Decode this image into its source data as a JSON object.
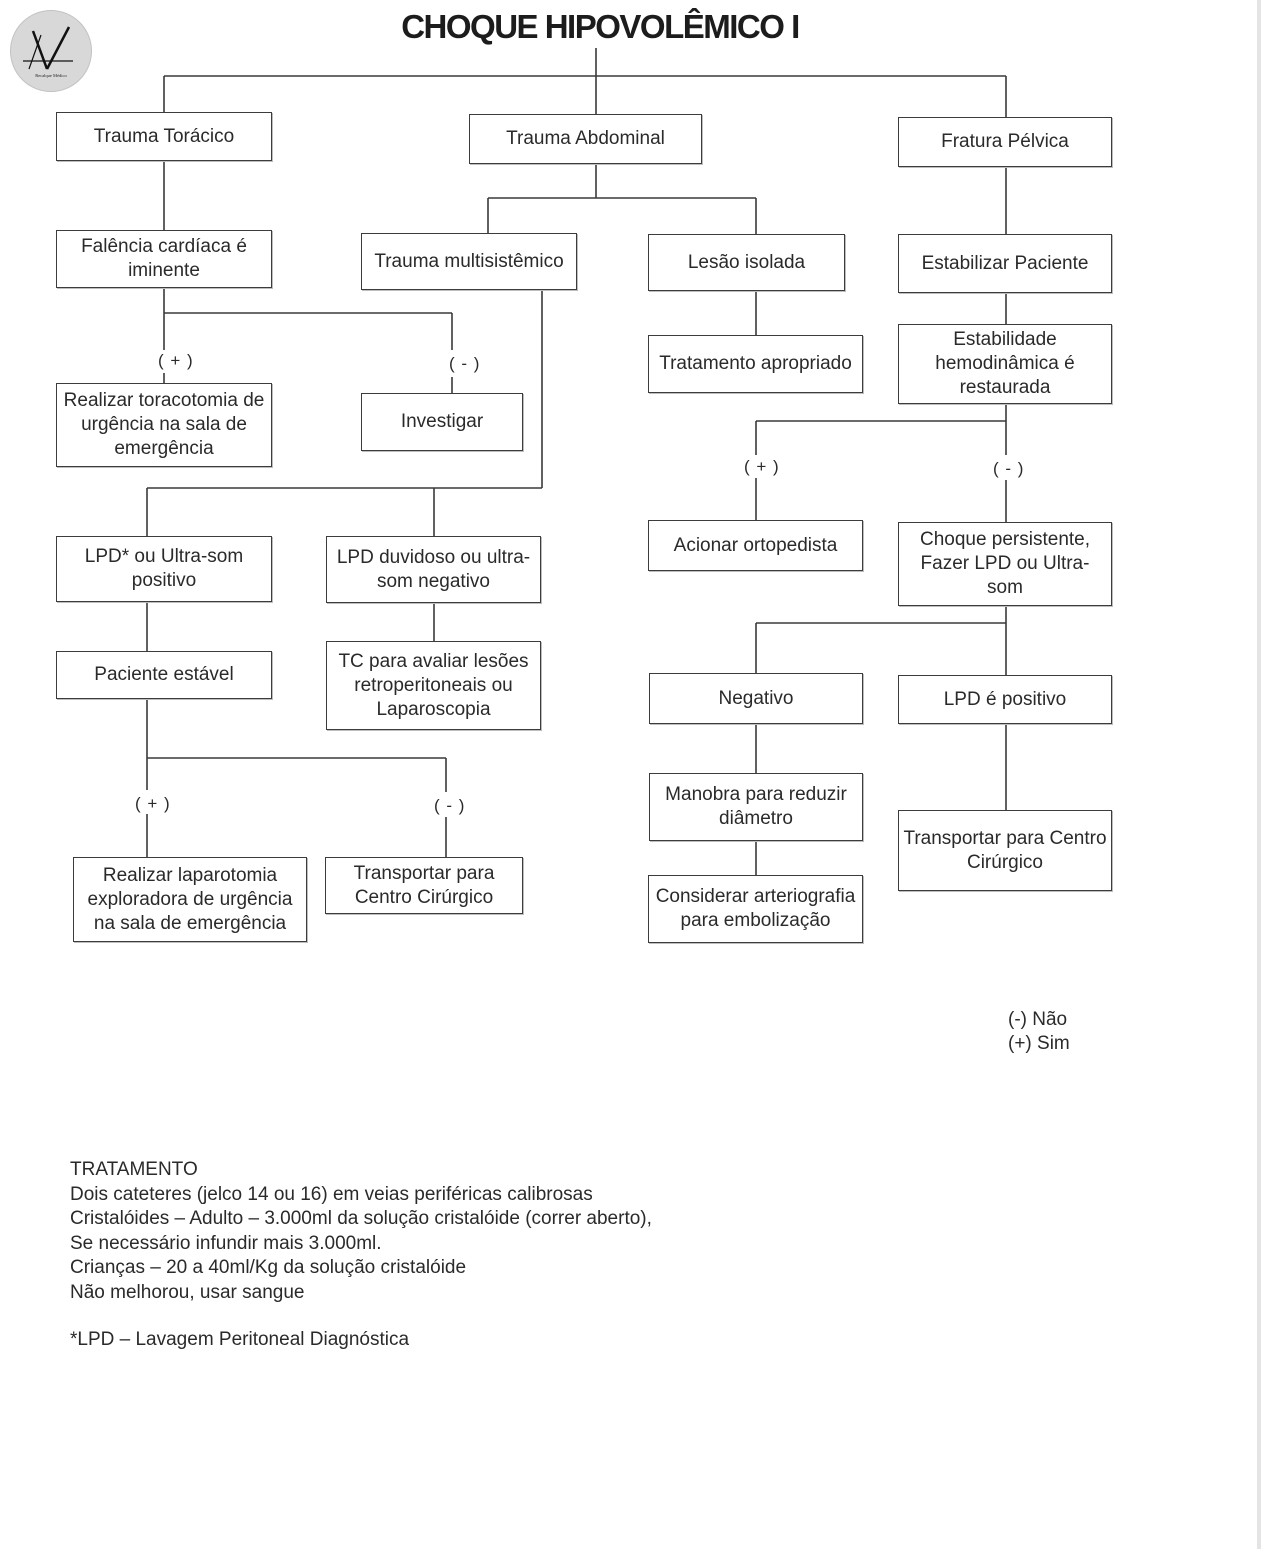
{
  "title": "CHOQUE HIPOVOLÊMICO I",
  "logo": {
    "letter": "V",
    "caption": "Recalque Médico"
  },
  "nodes": {
    "trauma_toracico": "Trauma Torácico",
    "trauma_abdominal": "Trauma Abdominal",
    "fratura_pelvica": "Fratura Pélvica",
    "falencia_cardiaca": "Falência cardíaca é iminente",
    "trauma_multisistemico": "Trauma multisistêmico",
    "lesao_isolada": "Lesão isolada",
    "estabilizar_paciente": "Estabilizar Paciente",
    "tratamento_apropriado": "Tratamento apropriado",
    "estabilidade_hemodinamica": "Estabilidade hemodinâmica é restaurada",
    "toracotomia": "Realizar toracotomia de urgência na sala de emergência",
    "investigar": "Investigar",
    "lpd_positivo": "LPD* ou Ultra-som positivo",
    "lpd_duvidoso": "LPD duvidoso ou ultra-som negativo",
    "acionar_ortopedista": "Acionar ortopedista",
    "choque_persistente": "Choque persistente, Fazer LPD ou Ultra-som",
    "paciente_estavel": "Paciente estável",
    "tc_avaliar": "TC para avaliar lesões retroperitoneais ou Laparoscopia",
    "negativo": "Negativo",
    "lpd_e_positivo": "LPD é positivo",
    "manobra": "Manobra para reduzir diâmetro",
    "transportar_direita": "Transportar para Centro Cirúrgico",
    "laparotomia": "Realizar laparotomia exploradora de urgência na sala de emergência",
    "transportar_esquerda": "Transportar para Centro Cirúrgico",
    "arteriografia": "Considerar arteriografia para embolização"
  },
  "signs": {
    "plus": "( + )",
    "minus": "( - )"
  },
  "legend": {
    "nao": "(-) Não",
    "sim": "(+) Sim"
  },
  "treatment": {
    "heading": "TRATAMENTO",
    "lines": [
      "Dois cateteres (jelco 14 ou 16) em veias periféricas calibrosas",
      "Cristalóides – Adulto – 3.000ml da solução cristalóide (correr aberto),",
      "Se necessário infundir mais 3.000ml.",
      "Crianças – 20 a 40ml/Kg da solução cristalóide",
      "Não melhorou, usar sangue"
    ]
  },
  "footnote": "*LPD – Lavagem Peritoneal Diagnóstica"
}
